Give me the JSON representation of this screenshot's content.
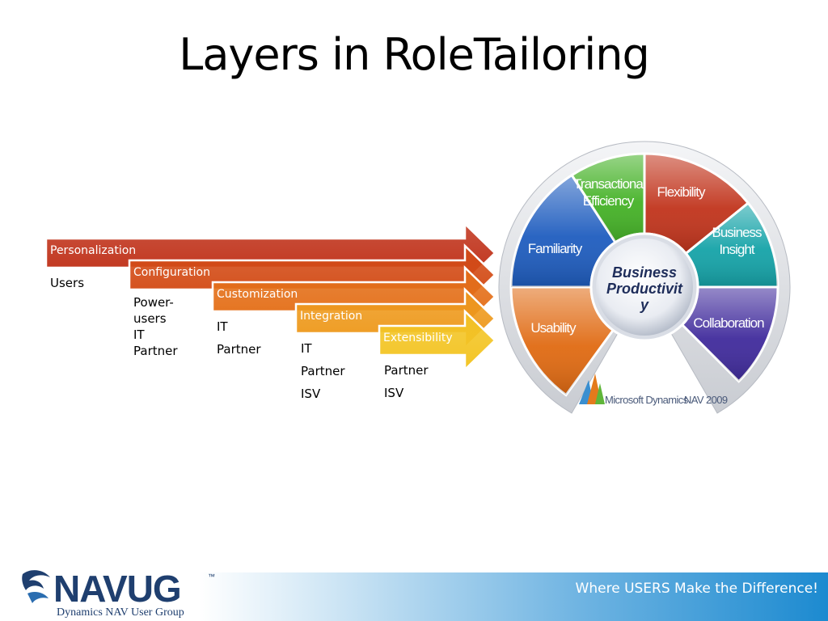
{
  "title": "Layers in RoleTailoring",
  "layers": [
    {
      "label": "Personalization",
      "audience": [
        "Users"
      ],
      "color": "#c0321a"
    },
    {
      "label": "Configuration",
      "audience": [
        "Power-users",
        "IT",
        "Partner"
      ],
      "color": "#d34c17"
    },
    {
      "label": "Customization",
      "audience": [
        "IT",
        "Partner"
      ],
      "color": "#e4701a"
    },
    {
      "label": "Integration",
      "audience": [
        "IT",
        "Partner",
        "ISV"
      ],
      "color": "#ee9a1e"
    },
    {
      "label": "Extensibility",
      "audience": [
        "Partner",
        "ISV"
      ],
      "color": "#f3c526"
    }
  ],
  "wheel": {
    "segments": [
      {
        "label": "Usability",
        "color": "#e06a12"
      },
      {
        "label": "Familiarity",
        "color": "#1f5dbf"
      },
      {
        "label": "Transactional Efficiency",
        "label_lines": [
          "Transactiona",
          "Efficiency"
        ],
        "color": "#45b227"
      },
      {
        "label": "Flexibility",
        "color": "#c1341c"
      },
      {
        "label": "Business Insight",
        "label_lines": [
          "Business",
          "Insight"
        ],
        "color": "#15a3a8"
      },
      {
        "label": "Collaboration",
        "color": "#402b9c"
      }
    ],
    "hub_lines": [
      "Business",
      "Productivit",
      "y"
    ],
    "logo_text": "Microsoft Dynamics",
    "logo_version": "NAV 2009"
  },
  "footer": {
    "logo_word": "NAVUG",
    "logo_tm": "™",
    "logo_subtitle": "Dynamics NAV User Group",
    "tagline": "Where USERS Make the Difference!"
  },
  "colors": {
    "footer_band_end": "#1c8ad0",
    "navug_blue": "#1f3f6f"
  }
}
